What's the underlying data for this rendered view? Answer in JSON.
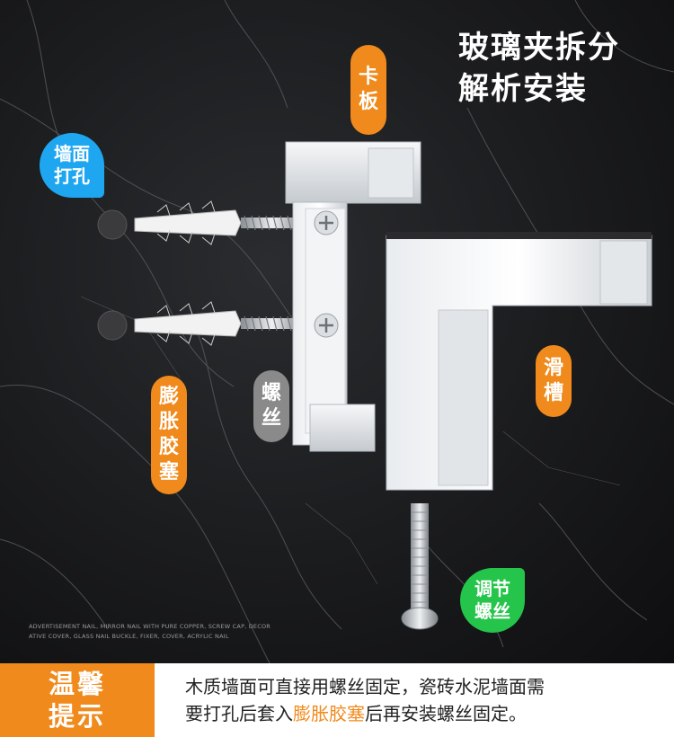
{
  "headline": {
    "line1": "玻璃夹拆分",
    "line2": "解析安装"
  },
  "labels": {
    "card_board": [
      "卡",
      "板"
    ],
    "drill_wall": [
      "墙面",
      "打孔"
    ],
    "expansion_plug": [
      "膨",
      "胀",
      "胶",
      "塞"
    ],
    "screw": [
      "螺",
      "丝"
    ],
    "slide_groove": [
      "滑",
      "槽"
    ],
    "adjust_screw": [
      "调节",
      "螺丝"
    ]
  },
  "fineprint": {
    "line1": "ADVERTISEMENT NAIL, MIRROR NAIL WITH PURE COPPER, SCREW CAP, DECOR",
    "line2": "ATIVE COVER, GLASS NAIL BUCKLE, FIXER, COVER, ACRYLIC NAIL"
  },
  "footer": {
    "tip_title_1": "温馨",
    "tip_title_2": "提示",
    "line1": "木质墙面可直接用螺丝固定，瓷砖水泥墙面需",
    "line2_before": "要打孔后套入",
    "line2_highlight": "膨胀胶塞",
    "line2_after": "后再安装螺丝固定。"
  },
  "colors": {
    "accent_orange": "#f08a1c",
    "bubble_blue": "#1ea7f0",
    "bubble_green": "#25c44a",
    "label_gray": "#8a8a8a",
    "background_marble": "#1a1b1d"
  }
}
